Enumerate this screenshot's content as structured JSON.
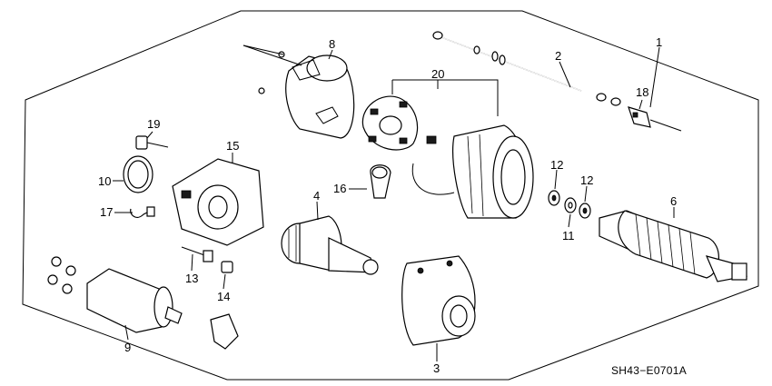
{
  "diagram_code": "SH43−E0701A",
  "callouts": [
    {
      "id": "c1",
      "label": "1"
    },
    {
      "id": "c2",
      "label": "2"
    },
    {
      "id": "c3",
      "label": "3"
    },
    {
      "id": "c4",
      "label": "4"
    },
    {
      "id": "c6",
      "label": "6"
    },
    {
      "id": "c8",
      "label": "8"
    },
    {
      "id": "c9",
      "label": "9"
    },
    {
      "id": "c10",
      "label": "10"
    },
    {
      "id": "c11",
      "label": "11"
    },
    {
      "id": "c12a",
      "label": "12"
    },
    {
      "id": "c12b",
      "label": "12"
    },
    {
      "id": "c13",
      "label": "13"
    },
    {
      "id": "c14",
      "label": "14"
    },
    {
      "id": "c15",
      "label": "15"
    },
    {
      "id": "c16",
      "label": "16"
    },
    {
      "id": "c17",
      "label": "17"
    },
    {
      "id": "c18",
      "label": "18"
    },
    {
      "id": "c19",
      "label": "19"
    },
    {
      "id": "c20",
      "label": "20"
    }
  ]
}
